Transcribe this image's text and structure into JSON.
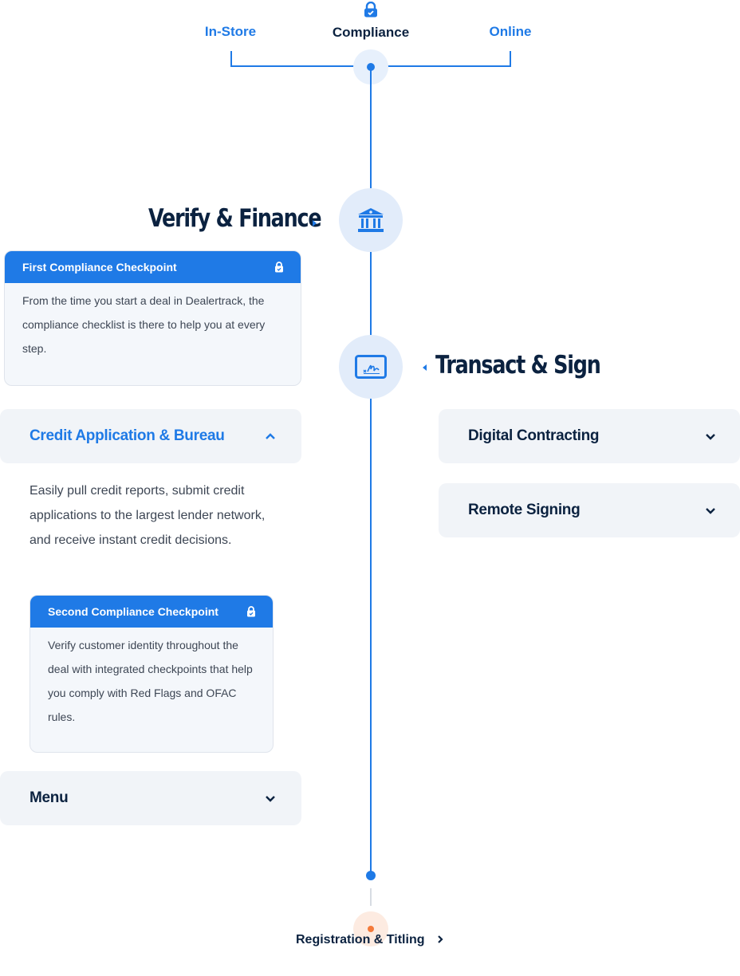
{
  "tabs": {
    "in_store": "In-Store",
    "compliance": "Compliance",
    "online": "Online"
  },
  "stages": {
    "verify_finance": {
      "title": "Verify & Finance",
      "icon": "bank-icon"
    },
    "transact_sign": {
      "title": "Transact & Sign",
      "icon": "signature-tablet-icon"
    }
  },
  "checkpoint1": {
    "title": "First Compliance Checkpoint",
    "body": "From the time you start a deal in Dealertrack, the compliance checklist is there to help you at every step."
  },
  "accordions": {
    "credit": {
      "title": "Credit Application & Bureau",
      "expanded": true,
      "description": "Easily pull credit reports, submit credit applications to the largest lender network, and receive instant credit decisions."
    },
    "menu": {
      "title": "Menu",
      "expanded": false
    },
    "digital_contracting": {
      "title": "Digital Contracting",
      "expanded": false
    },
    "remote_signing": {
      "title": "Remote Signing",
      "expanded": false
    }
  },
  "checkpoint2": {
    "title": "Second Compliance Checkpoint",
    "body": "Verify customer identity throughout the deal with integrated checkpoints that help you comply with Red Flags and OFAC rules."
  },
  "footer": {
    "next_stage": "Registration & Titling"
  },
  "colors": {
    "accent": "#1f7ae6",
    "navy": "#0b2240",
    "orange": "#f47a3a",
    "card_bg": "#f1f4f8"
  }
}
